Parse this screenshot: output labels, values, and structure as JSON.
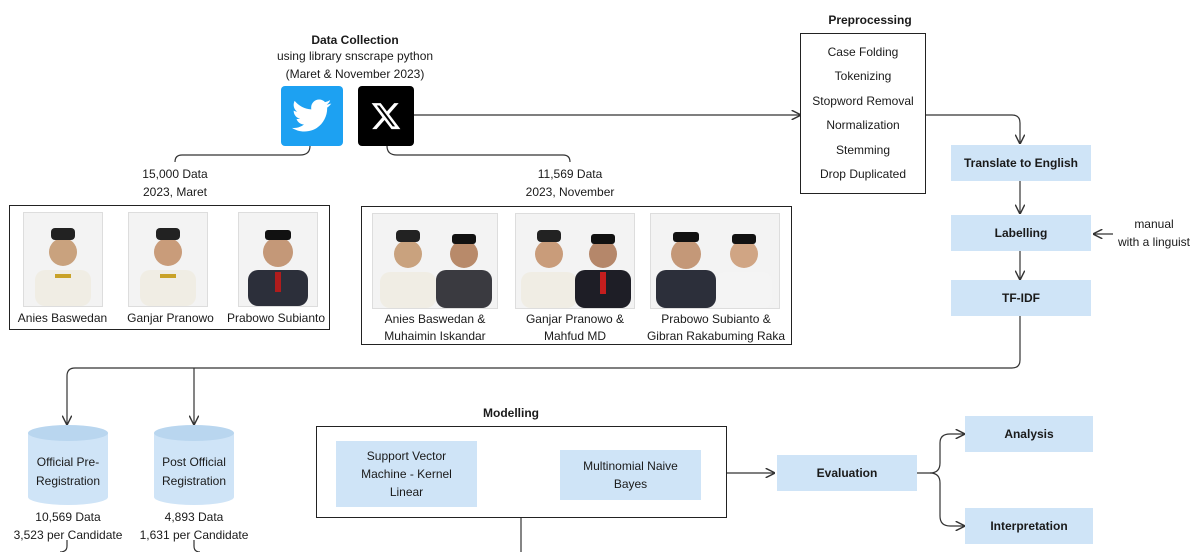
{
  "data_collection": {
    "title": "Data Collection",
    "line1": "using library snscrape python",
    "line2": "(Maret & November 2023)",
    "logos": [
      "twitter-bird-icon",
      "x-logo-icon"
    ]
  },
  "preprocessing": {
    "title": "Preprocessing",
    "steps": [
      "Case Folding",
      "Tokenizing",
      "Stopword Removal",
      "Normalization",
      "Stemming",
      "Drop Duplicated"
    ]
  },
  "left_branch": {
    "count": "15,000 Data",
    "period": "2023, Maret"
  },
  "right_branch": {
    "count": "11,569 Data",
    "period": "2023, November"
  },
  "candidates_maret": [
    "Anies Baswedan",
    "Ganjar Pranowo",
    "Prabowo Subianto"
  ],
  "candidates_november": [
    [
      "Anies Baswedan &",
      "Muhaimin Iskandar"
    ],
    [
      "Ganjar Pranowo &",
      "Mahfud MD"
    ],
    [
      "Prabowo Subianto &",
      "Gibran Rakabuming Raka"
    ]
  ],
  "pipeline": {
    "translate": "Translate to English",
    "labelling": "Labelling",
    "tfidf": "TF-IDF",
    "labelling_note": [
      "manual",
      "with a linguist"
    ]
  },
  "datasets": [
    {
      "name": [
        "Official Pre-",
        "Registration"
      ],
      "count": "10,569 Data",
      "per": "3,523 per Candidate"
    },
    {
      "name": [
        "Post Official",
        "Registration"
      ],
      "count": "4,893 Data",
      "per": "1,631 per Candidate"
    }
  ],
  "modelling": {
    "title": "Modelling",
    "svm": [
      "Support Vector",
      "Machine - Kernel",
      "Linear"
    ],
    "nb": [
      "Multinomial Naive",
      "Bayes"
    ]
  },
  "evaluation": "Evaluation",
  "analysis": "Analysis",
  "interpretation": "Interpretation",
  "colors": {
    "box_fill": "#cfe4f7",
    "line": "#333333",
    "twitter_blue": "#1da1f2",
    "x_black": "#000000"
  }
}
